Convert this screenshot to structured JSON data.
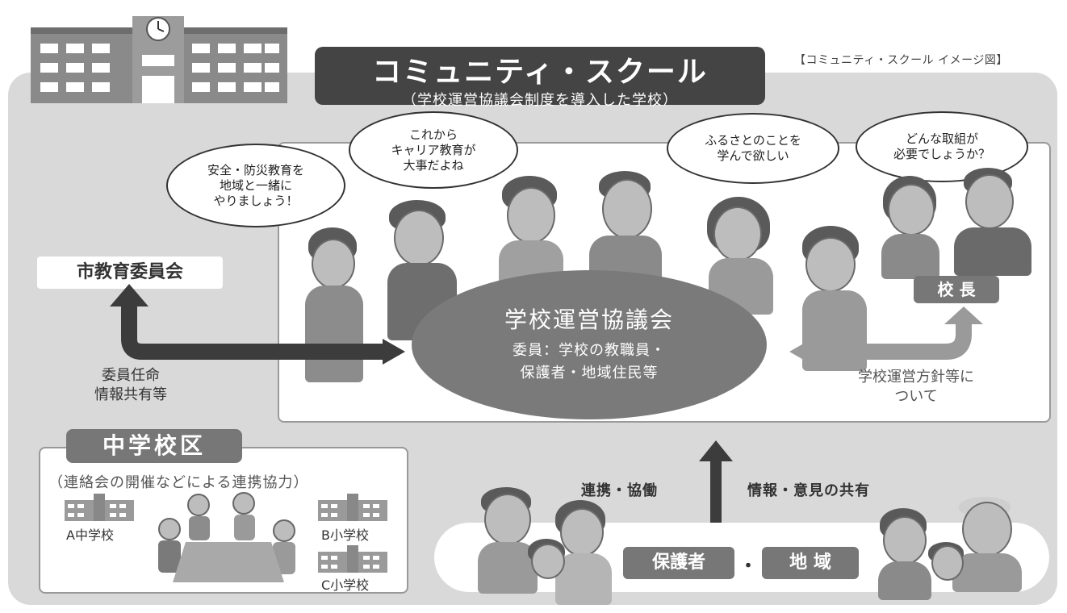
{
  "caption": "【コミュニティ・スクール イメージ図】",
  "title": {
    "main": "コミュニティ・スクール",
    "sub": "（学校運営協議会制度を導入した学校）"
  },
  "bubbles": {
    "safety": "安全・防災教育を\n地域と一緒に\nやりましょう！",
    "career": "これから\nキャリア教育が\n大事だよね",
    "hometown": "ふるさとのことを\n学んで欲しい",
    "initiatives": "どんな取組が\n必要でしょうか？"
  },
  "council": {
    "title": "学校運営協議会",
    "members_line1": "委員：学校の教職員・",
    "members_line2": "保護者・地域住民等"
  },
  "board": "市教育委員会",
  "board_arrow_label": {
    "line1": "委員任命",
    "line2": "情報共有等"
  },
  "principal": "校 長",
  "principal_arrow_label": {
    "line1": "学校運営方針等に",
    "line2": "ついて"
  },
  "district": {
    "tab": "中学校区",
    "subtitle": "（連絡会の開催などによる連携協力）",
    "schools": [
      "A中学校",
      "B小学校",
      "C小学校"
    ]
  },
  "collaboration": {
    "left": "連携・協働",
    "right": "情報・意見の共有"
  },
  "community": {
    "guardians": "保護者",
    "dot": "・",
    "region": "地 域"
  },
  "icons": [
    "school-building-icon",
    "clock-icon",
    "person-icon",
    "arrow-icon",
    "double-arrow-icon"
  ]
}
